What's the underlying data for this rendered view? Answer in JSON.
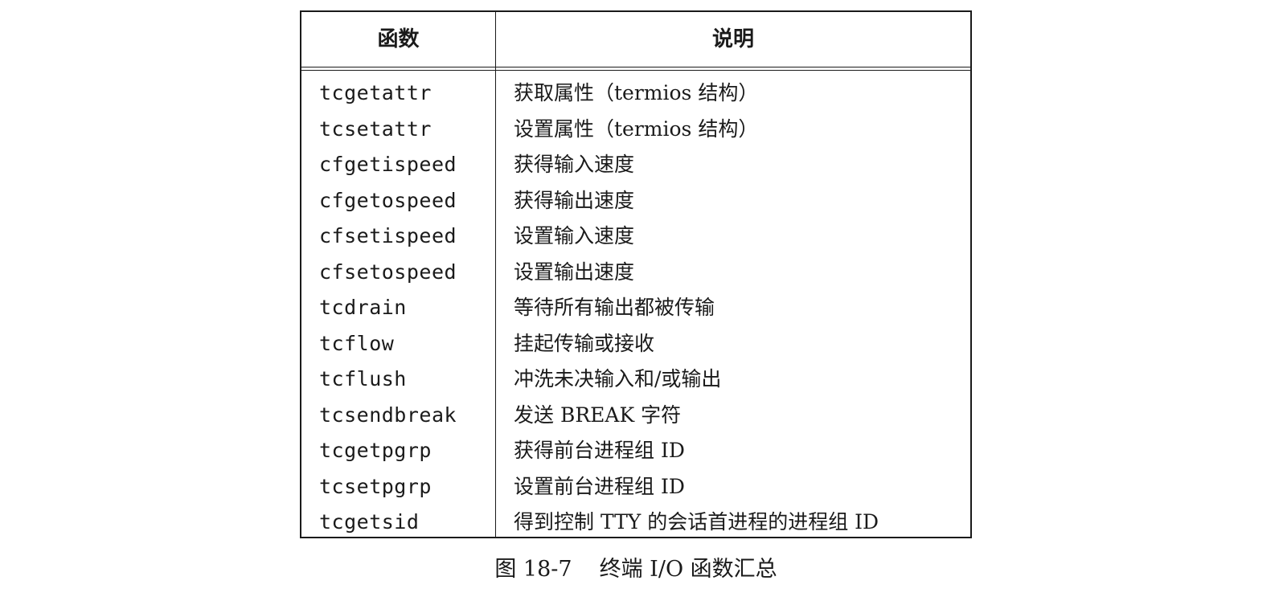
{
  "table": {
    "headers": [
      "函数",
      "说明"
    ],
    "rows": [
      {
        "fn": "tcgetattr",
        "desc": "获取属性（termios 结构）"
      },
      {
        "fn": "tcsetattr",
        "desc": "设置属性（termios 结构）"
      },
      {
        "fn": "cfgetispeed",
        "desc": "获得输入速度"
      },
      {
        "fn": "cfgetospeed",
        "desc": "获得输出速度"
      },
      {
        "fn": "cfsetispeed",
        "desc": "设置输入速度"
      },
      {
        "fn": "cfsetospeed",
        "desc": "设置输出速度"
      },
      {
        "fn": "tcdrain",
        "desc": "等待所有输出都被传输"
      },
      {
        "fn": "tcflow",
        "desc": "挂起传输或接收"
      },
      {
        "fn": "tcflush",
        "desc": "冲洗未决输入和/或输出"
      },
      {
        "fn": "tcsendbreak",
        "desc": "发送 BREAK 字符"
      },
      {
        "fn": "tcgetpgrp",
        "desc": "获得前台进程组 ID"
      },
      {
        "fn": "tcsetpgrp",
        "desc": "设置前台进程组 ID"
      },
      {
        "fn": "tcgetsid",
        "desc": "得到控制 TTY 的会话首进程的进程组 ID"
      }
    ]
  },
  "caption": {
    "number": "图 18-7",
    "text": "终端 I/O 函数汇总"
  }
}
